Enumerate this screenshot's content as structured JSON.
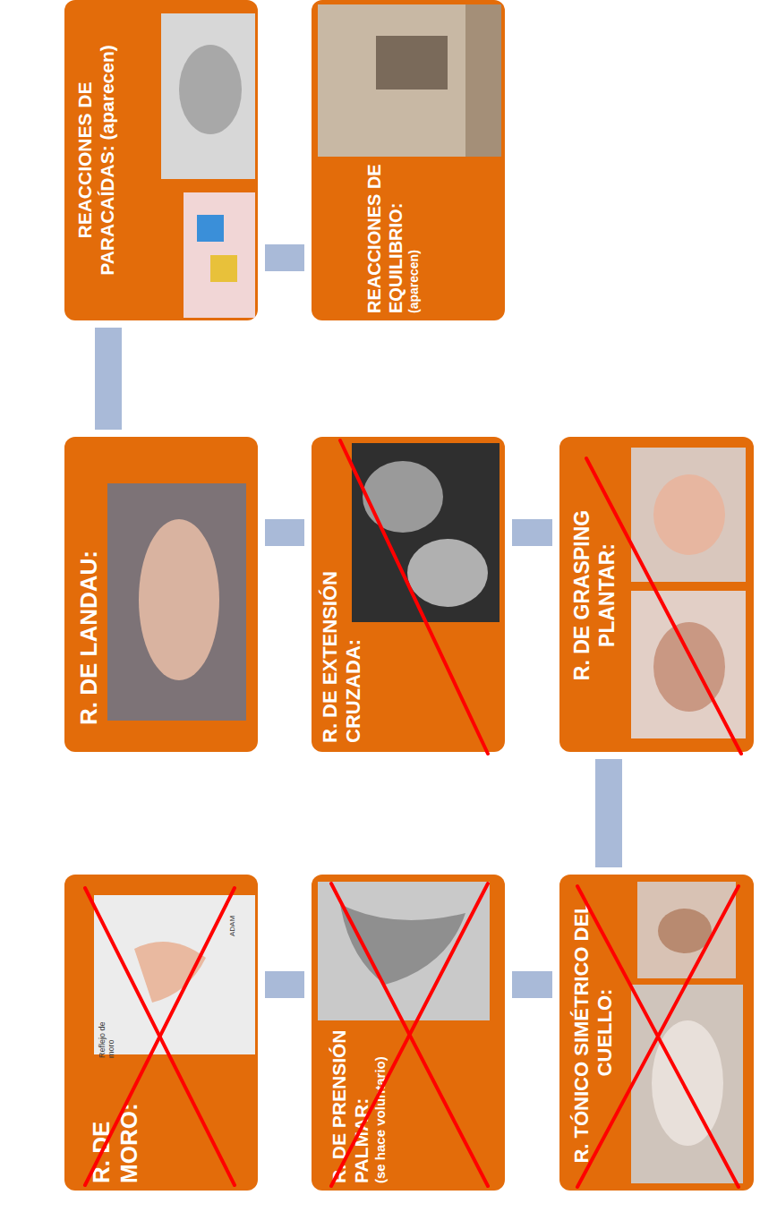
{
  "diagram": {
    "nodes": [
      {
        "text": [
          "R. DE MORO:"
        ]
      },
      {
        "text": [
          "R. DE PRENSIÓN PALMAR:",
          "(se hace voluntario)"
        ]
      },
      {
        "text": [
          "R. TÓNICO SIMÉTRICO DEL CUELLO:"
        ]
      },
      {
        "text": [
          "R. DE GRASPING PLANTAR:"
        ]
      },
      {
        "text": [
          "R. DE EXTENSIÓN CRUZADA:"
        ]
      },
      {
        "text": [
          "R. DE LANDAU:"
        ]
      },
      {
        "text": [
          "REACCIONES DE PARACAÍDAS: (aparecen)"
        ]
      },
      {
        "text": [
          "REACCIONES DE EQUILIBRIO:",
          "(aparecen)"
        ]
      }
    ],
    "edges": [
      {
        "from": 0,
        "to": 1,
        "arrow": "none"
      },
      {
        "from": 1,
        "to": 2,
        "arrow": "none"
      },
      {
        "from": 2,
        "to": 3,
        "arrow": "none"
      },
      {
        "from": 3,
        "to": 4,
        "arrow": "none"
      },
      {
        "from": 4,
        "to": 5,
        "arrow": "none"
      },
      {
        "from": 5,
        "to": 6,
        "arrow": "none"
      },
      {
        "from": 6,
        "to": 7,
        "arrow": "none"
      }
    ],
    "labels": [
      "Reflejo de moro",
      "ADAM"
    ]
  }
}
